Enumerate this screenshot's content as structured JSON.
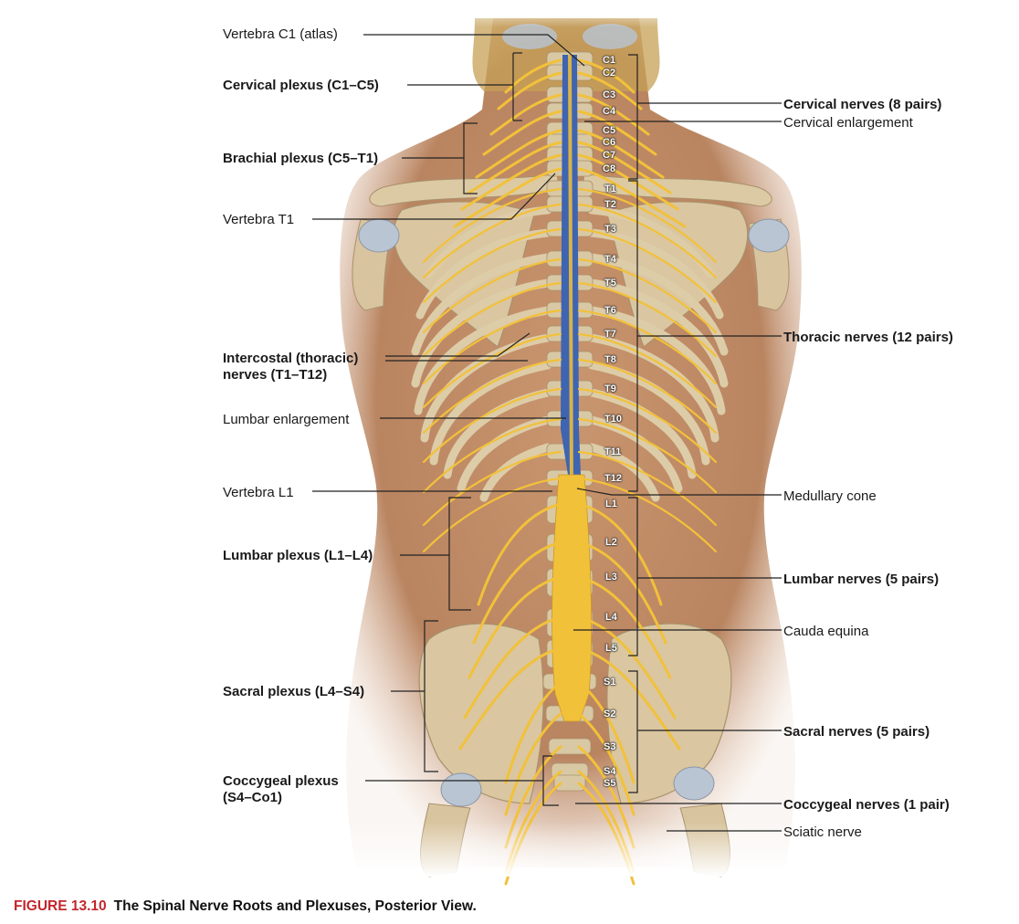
{
  "colors": {
    "skin": "#c08a66",
    "bone": "#d9c8a4",
    "nerve": "#f2c13a",
    "cord": "#3f64b0",
    "caption_accent": "#c2272d"
  },
  "labels_left": {
    "vertebra_c1": "Vertebra C1 (atlas)",
    "cervical_plexus": "Cervical plexus (C1–C5)",
    "brachial_plexus": "Brachial plexus (C5–T1)",
    "vertebra_t1": "Vertebra T1",
    "intercostal_line1": "Intercostal (thoracic)",
    "intercostal_line2": "nerves (T1–T12)",
    "lumbar_enlargement": "Lumbar enlargement",
    "vertebra_l1": "Vertebra L1",
    "lumbar_plexus": "Lumbar plexus (L1–L4)",
    "sacral_plexus": "Sacral plexus (L4–S4)",
    "coccygeal_plexus_line1": "Coccygeal plexus",
    "coccygeal_plexus_line2": "(S4–Co1)"
  },
  "labels_right": {
    "cervical_nerves": "Cervical nerves (8 pairs)",
    "cervical_enlargement": "Cervical enlargement",
    "thoracic_nerves": "Thoracic nerves (12 pairs)",
    "medullary_cone": "Medullary cone",
    "lumbar_nerves": "Lumbar nerves (5 pairs)",
    "cauda_equina": "Cauda equina",
    "sacral_nerves": "Sacral nerves (5 pairs)",
    "coccygeal_nerves": "Coccygeal nerves (1 pair)",
    "sciatic_nerve": "Sciatic nerve"
  },
  "vertebra_tags": {
    "cervical": [
      "C1",
      "C2",
      "C3",
      "C4",
      "C5",
      "C6",
      "C7",
      "C8"
    ],
    "thoracic": [
      "T1",
      "T2",
      "T3",
      "T4",
      "T5",
      "T6",
      "T7",
      "T8",
      "T9",
      "T10",
      "T11",
      "T12"
    ],
    "lumbar": [
      "L1",
      "L2",
      "L3",
      "L4",
      "L5"
    ],
    "sacral": [
      "S1",
      "S2",
      "S3",
      "S4",
      "S5"
    ]
  },
  "caption": {
    "figure_number": "FIGURE 13.10",
    "title": "The Spinal Nerve Roots and Plexuses, Posterior View."
  }
}
